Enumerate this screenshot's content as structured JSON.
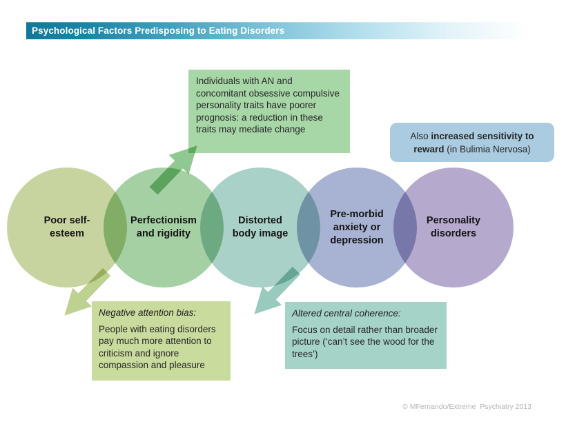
{
  "slide": {
    "title": "Psychological Factors Predisposing to Eating Disorders",
    "copyright": "© MFernando/Extreme  Psychiatry 2013",
    "background_color": "#ffffff"
  },
  "title_bar": {
    "gradient_start": "#11789a",
    "gradient_end": "#ffffff",
    "text_color": "#ffffff"
  },
  "callouts": {
    "ocpd_note": {
      "text": "Individuals with AN and concomitant obsessive compulsive personality traits have poorer prognosis: a reduction in these traits may mediate change",
      "color": "#a7d6a7"
    },
    "reward_note": {
      "prefix": "Also ",
      "bold": "increased sensitivity to reward",
      "suffix": " (in Bulimia Nervosa)",
      "color": "#abcce0"
    },
    "attention_bias": {
      "heading": "Negative attention bias:",
      "body": "People with eating disorders pay much more attention to criticism and ignore compassion and pleasure",
      "color": "#cadb9e"
    },
    "central_coherence": {
      "heading": "Altered central coherence:",
      "body": "Focus on detail rather than broader picture (‘can’t see the wood for the trees’)",
      "color": "#a6d3c8"
    }
  },
  "circles": [
    {
      "label": "Poor self-esteem",
      "color": "#c8d4a0"
    },
    {
      "label": "Perfectionism and rigidity",
      "color": "#a4d0a4"
    },
    {
      "label": "Distorted body image",
      "color": "#a9d1c8"
    },
    {
      "label": "Pre-morbid anxiety or depression",
      "color": "#a8b3d3"
    },
    {
      "label": "Personality disorders",
      "color": "#b5a9ce"
    }
  ],
  "arrows": [
    {
      "name": "perfectionism-to-ocpd-note",
      "direction": "up-right",
      "color": "#8fc890"
    },
    {
      "name": "self-esteem-to-attention-bias-note",
      "direction": "down-left",
      "color": "#bdd191"
    },
    {
      "name": "body-image-to-central-coherence-note",
      "direction": "down-left",
      "color": "#98cabe"
    }
  ]
}
